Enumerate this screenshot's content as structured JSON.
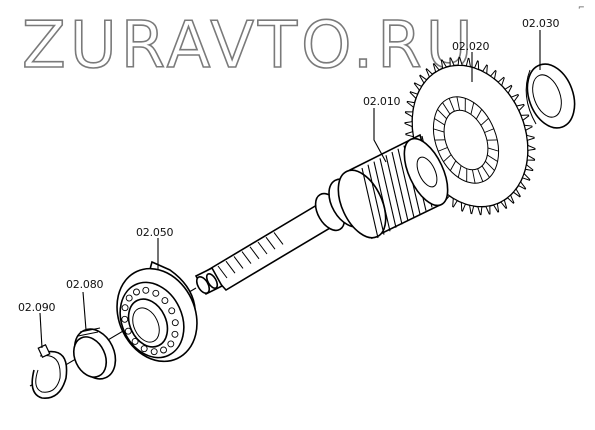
{
  "watermark": "ZURAVTO.RU",
  "corner_mark": "⌐",
  "labels": {
    "p02010": "02.010",
    "p02020": "02.020",
    "p02030": "02.030",
    "p02050": "02.050",
    "p02080": "02.080",
    "p02090": "02.090"
  }
}
